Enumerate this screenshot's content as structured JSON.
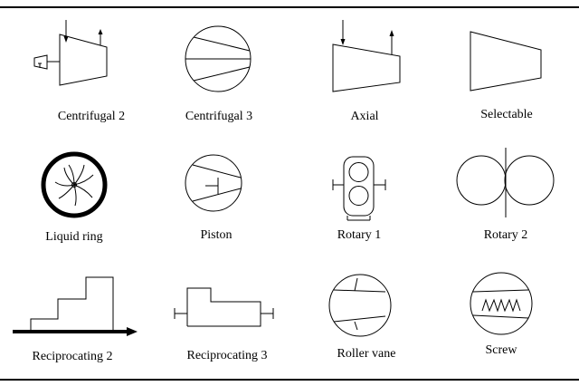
{
  "symbols": [
    {
      "name": "Centrifugal 2"
    },
    {
      "name": "Centrifugal 3"
    },
    {
      "name": "Axial"
    },
    {
      "name": "Selectable"
    },
    {
      "name": "Liquid ring"
    },
    {
      "name": "Piston"
    },
    {
      "name": "Rotary 1"
    },
    {
      "name": "Rotary 2"
    },
    {
      "name": "Reciprocating 2"
    },
    {
      "name": "Reciprocating 3"
    },
    {
      "name": "Roller vane"
    },
    {
      "name": "Screw"
    }
  ]
}
